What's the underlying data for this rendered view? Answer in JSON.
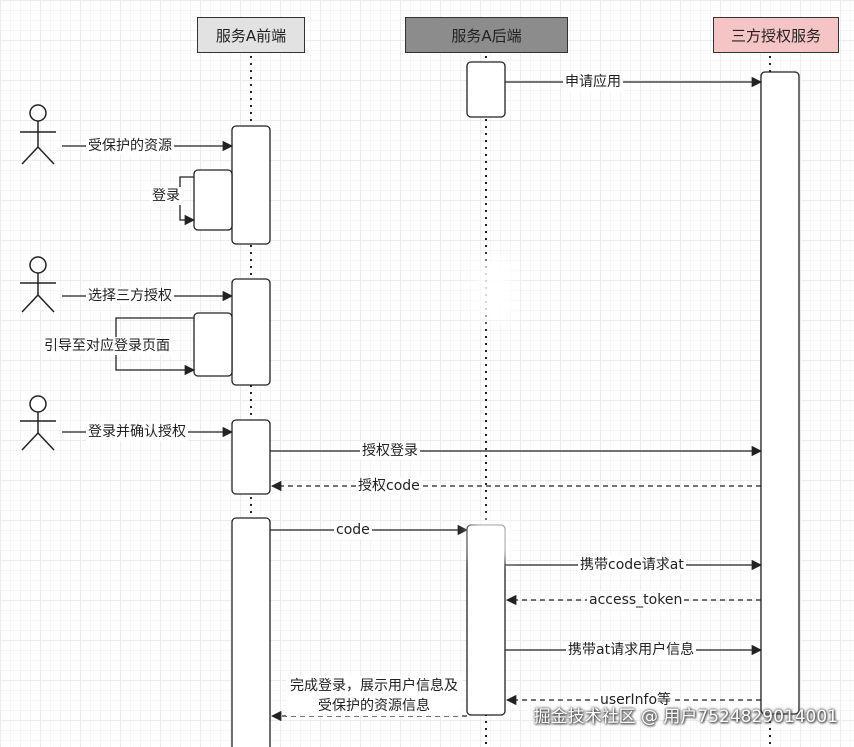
{
  "participants": {
    "frontend": {
      "label": "服务A前端",
      "fill": "#e2e2e2"
    },
    "backend": {
      "label": "服务A后端",
      "fill": "#8c8c8c"
    },
    "auth": {
      "label": "三方授权服务",
      "fill": "#f5c4c4"
    }
  },
  "messages": {
    "apply": "申请应用",
    "protected": "受保护的资源",
    "login": "登录",
    "choose": "选择三方授权",
    "redirect": "引导至对应登录页面",
    "confirm": "登录并确认授权",
    "auth_login": "授权登录",
    "auth_code": "授权code",
    "code": "code",
    "carry_code": "携带code请求at",
    "access_token": "access_token",
    "carry_at": "携带at请求用户信息",
    "userinfo": "userInfo等",
    "finish": "完成登录，展示用户信息及受保护的资源信息"
  },
  "watermark": "掘金技术社区 @ 用户7524829014001"
}
